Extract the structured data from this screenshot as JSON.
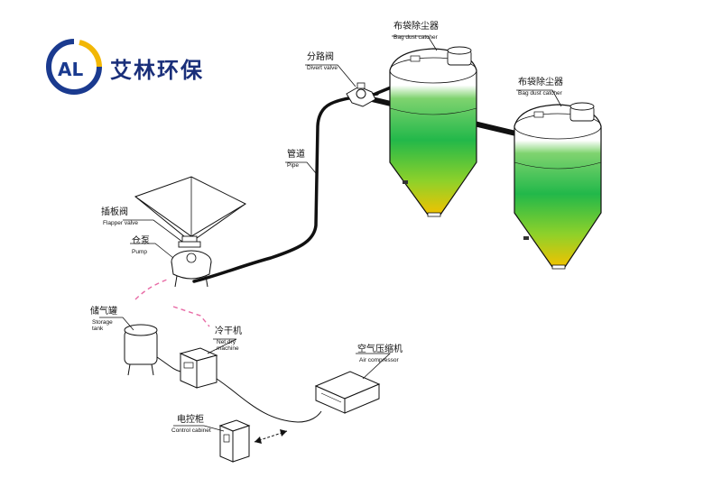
{
  "brand": {
    "name": "艾林环保",
    "logo_text": "AL",
    "colors": {
      "blue": "#1a3a8f",
      "yellow": "#f2b705",
      "text": "#1a2f7a"
    }
  },
  "components": {
    "bag_dust_catcher_1": {
      "cn": "布袋除尘器",
      "en": "Bag dust catcher"
    },
    "bag_dust_catcher_2": {
      "cn": "布袋除尘器",
      "en": "Bag dust catcher"
    },
    "divert_valve": {
      "cn": "分路阀",
      "en": "Divert valve"
    },
    "pipe": {
      "cn": "管道",
      "en": "Pipe"
    },
    "flapper_valve": {
      "cn": "插板阀",
      "en": "Flapper valve"
    },
    "pump": {
      "cn": "仓泵",
      "en": "Pump"
    },
    "storage_tank": {
      "cn": "储气罐",
      "en": "Storage tank"
    },
    "net_dry_machine": {
      "cn": "冷干机",
      "en": "Net dry machine"
    },
    "air_compressor": {
      "cn": "空气压缩机",
      "en": "Air compressor"
    },
    "control_cabinet": {
      "cn": "电控柜",
      "en": "Control cabinet"
    }
  },
  "colors": {
    "silo_green": "#22b84a",
    "silo_yellow": "#f2c200",
    "air_line": "#e86aa5",
    "pipe": "#111111"
  }
}
